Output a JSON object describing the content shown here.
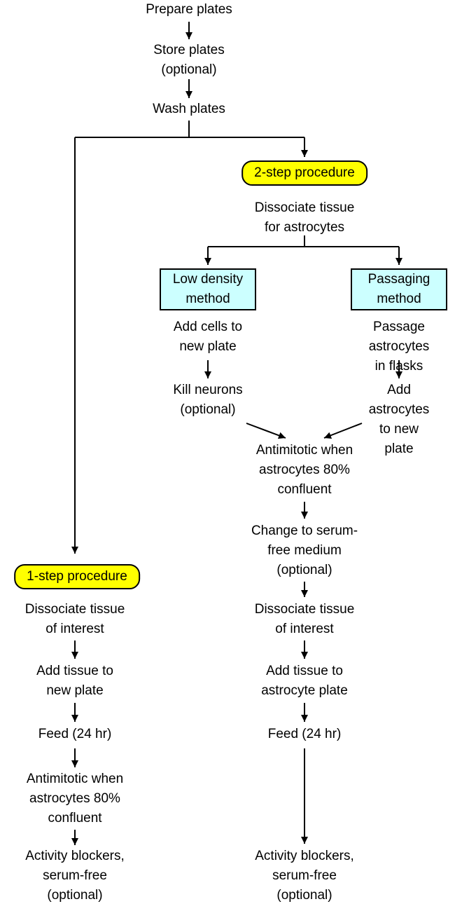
{
  "colors": {
    "procedure_label_fill": "#ffff00",
    "method_box_fill": "#ccffff",
    "line_color": "#000000"
  },
  "flowchart": {
    "prepare_plates": "Prepare plates",
    "store_plates": "Store plates\n(optional)",
    "wash_plates": "Wash plates",
    "one_step_label": "1-step procedure",
    "two_step_label": "2-step procedure",
    "one_step": {
      "dissociate": "Dissociate tissue\nof interest",
      "add_tissue": "Add tissue to\nnew plate",
      "feed": "Feed (24 hr)",
      "antimitotic": "Antimitotic when\nastrocytes 80%\nconfluent",
      "activity_blockers": "Activity blockers,\nserum-free\n(optional)"
    },
    "two_step": {
      "dissociate_astro": "Dissociate tissue\nfor astrocytes",
      "low_density": {
        "label": "Low density\nmethod",
        "add_cells": "Add cells to\nnew plate",
        "kill_neurons": "Kill neurons\n(optional)"
      },
      "passaging": {
        "label": "Passaging\nmethod",
        "passage": "Passage\nastrocytes in flasks",
        "add_astrocytes": "Add astrocytes\nto new plate"
      },
      "antimitotic": "Antimitotic when\nastrocytes 80%\nconfluent",
      "serum_free": "Change to serum-\nfree medium\n(optional)",
      "dissociate_interest": "Dissociate tissue\nof interest",
      "add_tissue": "Add tissue to\nastrocyte plate",
      "feed": "Feed (24 hr)",
      "activity_blockers": "Activity blockers,\nserum-free\n(optional)"
    }
  }
}
